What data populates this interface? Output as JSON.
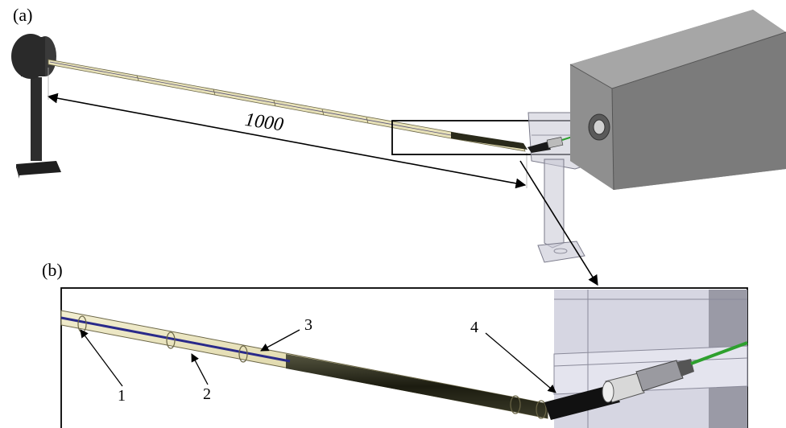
{
  "panels": {
    "a": {
      "label": "(a)"
    },
    "b": {
      "label": "(b)"
    }
  },
  "dimension": {
    "value": "1000"
  },
  "callouts": {
    "one": "1",
    "two": "2",
    "three": "3",
    "four": "4"
  },
  "colors": {
    "box": "#8a8a8a",
    "tube": "#e7e1b8",
    "inner_line": "#2a2a8a",
    "fiber": "#2ea02e",
    "dark_tube": "#2a2a1a",
    "holder": "#c7c7d4"
  }
}
